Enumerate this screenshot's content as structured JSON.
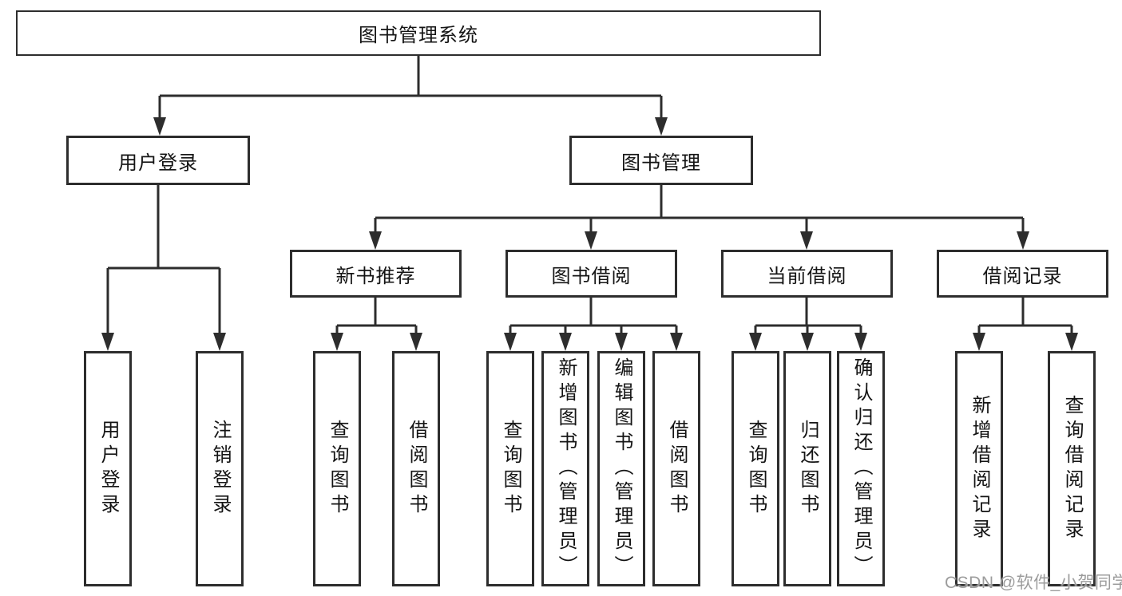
{
  "tree": {
    "root": {
      "label": "图书管理系统"
    },
    "branches": [
      {
        "label": "用户登录",
        "children": [
          {
            "label": "用户登录"
          },
          {
            "label": "注销登录"
          }
        ]
      },
      {
        "label": "图书管理",
        "groups": [
          {
            "label": "新书推荐",
            "children": [
              {
                "label": "查询图书"
              },
              {
                "label": "借阅图书"
              }
            ]
          },
          {
            "label": "图书借阅",
            "children": [
              {
                "label": "查询图书"
              },
              {
                "label": "新增图书（管理员）"
              },
              {
                "label": "编辑图书（管理员）"
              },
              {
                "label": "借阅图书"
              }
            ]
          },
          {
            "label": "当前借阅",
            "children": [
              {
                "label": "查询图书"
              },
              {
                "label": "归还图书"
              },
              {
                "label": "确认归还（管理员）"
              }
            ]
          },
          {
            "label": "借阅记录",
            "children": [
              {
                "label": "新增借阅记录"
              },
              {
                "label": "查询借阅记录"
              }
            ]
          }
        ]
      }
    ]
  },
  "watermark": {
    "text": "CSDN @软件_小贺同学"
  },
  "colors": {
    "line": "#2d2d2d",
    "text": "#141414",
    "background": "#ffffff",
    "watermark": "#9c9c9c"
  }
}
